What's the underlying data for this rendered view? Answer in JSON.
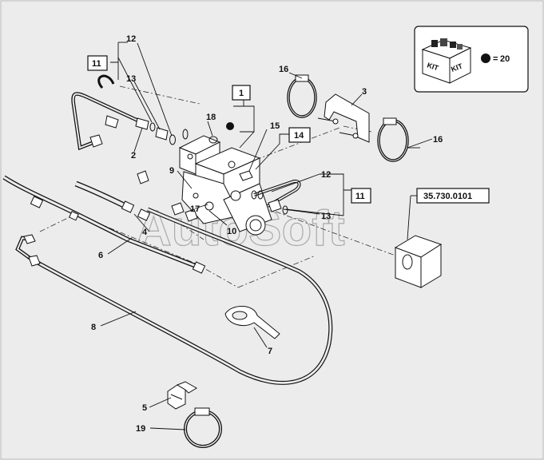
{
  "watermark": "AutoSoft",
  "kit": {
    "label_left": "KIT",
    "label_right": "KIT",
    "equals": "=",
    "number": "20"
  },
  "ref_code": "35.730.0101",
  "boxed": {
    "b11a": "11",
    "b1": "1",
    "b14": "14",
    "b11b": "11"
  },
  "labels": {
    "l12a": "12",
    "l13a": "13",
    "l2": "2",
    "l18": "18",
    "l16a": "16",
    "l3": "3",
    "l15": "15",
    "l16b": "16",
    "l9": "9",
    "l12b": "12",
    "l17": "17",
    "l10": "10",
    "l13b": "13",
    "l4": "4",
    "l6": "6",
    "l8": "8",
    "l7": "7",
    "l5": "5",
    "l19": "19"
  }
}
